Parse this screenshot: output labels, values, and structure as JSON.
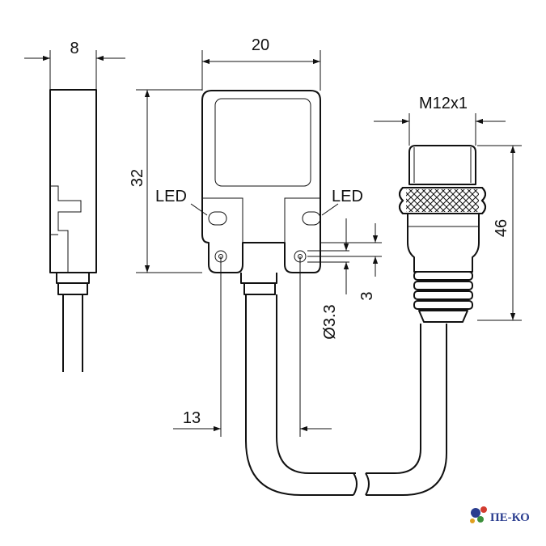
{
  "dimensions": {
    "side_width": "8",
    "body_width": "20",
    "connector_thread": "M12x1",
    "body_height": "32",
    "connector_length": "46",
    "hole_spacing": "13",
    "hole_diameter": "Ø3.3",
    "hole_offset": "3"
  },
  "labels": {
    "led_left": "LED",
    "led_right": "LED"
  },
  "logo": {
    "text": "ПЕ-КО",
    "colors": [
      "#2a3d8f",
      "#d23b2f",
      "#3b8f3a",
      "#e0a020"
    ]
  }
}
